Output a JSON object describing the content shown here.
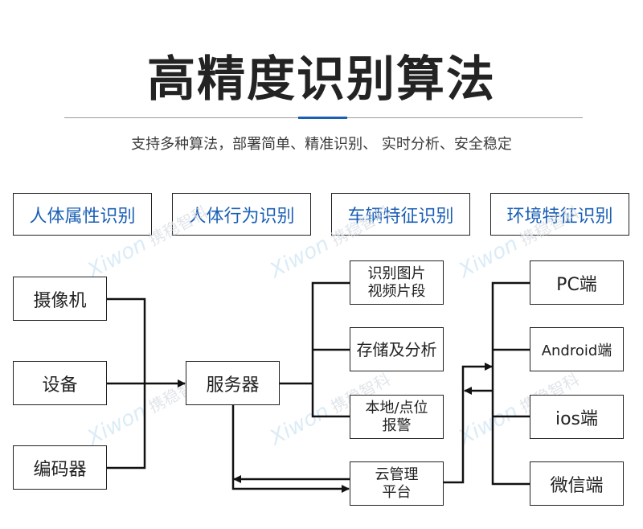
{
  "header": {
    "title": "高精度识别算法",
    "subtitle": "支持多种算法，部署简单、精准识别、 实时分析、安全稳定",
    "accent_color": "#1a5fb4"
  },
  "categories": [
    {
      "label": "人体属性识别"
    },
    {
      "label": "人体行为识别"
    },
    {
      "label": "车辆特征识别"
    },
    {
      "label": "环境特征识别"
    }
  ],
  "diagram": {
    "sources": [
      {
        "label": "摄像机"
      },
      {
        "label": "设备"
      },
      {
        "label": "编码器"
      }
    ],
    "server": {
      "label": "服务器"
    },
    "outputs": [
      {
        "label": "识别图片\n视频片段"
      },
      {
        "label": "存储及分析"
      },
      {
        "label": "本地/点位\n报警"
      }
    ],
    "cloud": {
      "label": "云管理\n平台"
    },
    "clients": [
      {
        "label": "PC端"
      },
      {
        "label": "Android端"
      },
      {
        "label": "ios端"
      },
      {
        "label": "微信端"
      }
    ],
    "edges": [
      {
        "from": "摄像机",
        "to": "服务器"
      },
      {
        "from": "设备",
        "to": "服务器"
      },
      {
        "from": "编码器",
        "to": "服务器"
      },
      {
        "from": "服务器",
        "to": "识别图片视频片段"
      },
      {
        "from": "服务器",
        "to": "存储及分析"
      },
      {
        "from": "服务器",
        "to": "本地/点位报警"
      },
      {
        "from": "服务器",
        "to": "云管理平台",
        "bidirectional": true
      },
      {
        "from": "云管理平台",
        "to": "客户端",
        "bidirectional": true
      }
    ]
  },
  "watermark": {
    "brand": "Xiwon",
    "text": "携稳智科"
  }
}
